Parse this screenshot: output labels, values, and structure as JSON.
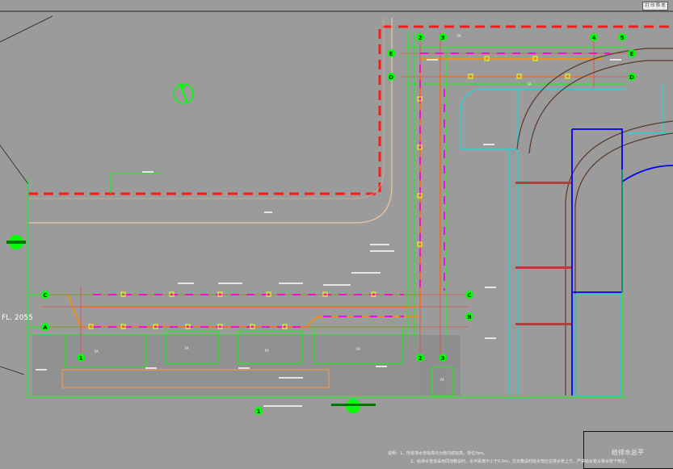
{
  "window": {
    "title_button": "打 印 预 览"
  },
  "drawing": {
    "title_block": "给排水总平",
    "elevation_left": "FL. 2055",
    "notes": [
      "说明：1、所有排水管标高均为管内底标高，单位为m。",
      "2、给排水管道采用同沟敷设时，水平距离不小于0.5m，交叉敷设时给水管应在排水管上方，严禁给水管从排水管下穿过。"
    ],
    "axis_rows": [
      "A",
      "B",
      "C",
      "D",
      "E"
    ],
    "axis_cols": [
      "1",
      "2",
      "3",
      "4",
      "5"
    ],
    "room_labels": [
      "FA",
      "FA",
      "FA",
      "FA",
      "FA",
      "FA",
      "FA"
    ]
  },
  "colors": {
    "background": "#9b9b9b",
    "boundary": "#ff0000",
    "wall": "#00ff00",
    "pipe_drain": "#ff8c00",
    "pipe_water": "#ff00ff",
    "fixture": "#ffff00",
    "blue_line": "#0000ff",
    "cyan_line": "#00ffff"
  }
}
